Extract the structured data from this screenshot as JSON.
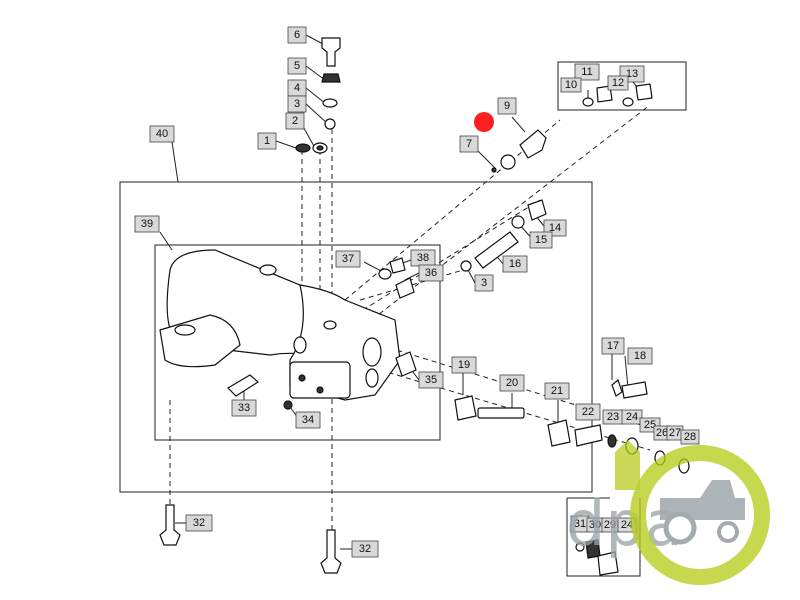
{
  "callouts": [
    {
      "id": "c6",
      "label": "6"
    },
    {
      "id": "c5",
      "label": "5"
    },
    {
      "id": "c4",
      "label": "4"
    },
    {
      "id": "c3a",
      "label": "3"
    },
    {
      "id": "c2",
      "label": "2"
    },
    {
      "id": "c1",
      "label": "1"
    },
    {
      "id": "c40",
      "label": "40"
    },
    {
      "id": "c39",
      "label": "39"
    },
    {
      "id": "c7",
      "label": "7"
    },
    {
      "id": "c9",
      "label": "9"
    },
    {
      "id": "c11",
      "label": "11"
    },
    {
      "id": "c13",
      "label": "13"
    },
    {
      "id": "c10",
      "label": "10"
    },
    {
      "id": "c12",
      "label": "12"
    },
    {
      "id": "c14",
      "label": "14"
    },
    {
      "id": "c15",
      "label": "15"
    },
    {
      "id": "c16",
      "label": "16"
    },
    {
      "id": "c3b",
      "label": "3"
    },
    {
      "id": "c37",
      "label": "37"
    },
    {
      "id": "c38",
      "label": "38"
    },
    {
      "id": "c36",
      "label": "36"
    },
    {
      "id": "c35",
      "label": "35"
    },
    {
      "id": "c33",
      "label": "33"
    },
    {
      "id": "c34",
      "label": "34"
    },
    {
      "id": "c19",
      "label": "19"
    },
    {
      "id": "c20",
      "label": "20"
    },
    {
      "id": "c21",
      "label": "21"
    },
    {
      "id": "c17",
      "label": "17"
    },
    {
      "id": "c18",
      "label": "18"
    },
    {
      "id": "c22",
      "label": "22"
    },
    {
      "id": "c23",
      "label": "23"
    },
    {
      "id": "c24",
      "label": "24"
    },
    {
      "id": "c25",
      "label": "25"
    },
    {
      "id": "c26",
      "label": "26"
    },
    {
      "id": "c27",
      "label": "27"
    },
    {
      "id": "c28",
      "label": "28"
    },
    {
      "id": "c32a",
      "label": "32"
    },
    {
      "id": "c32b",
      "label": "32"
    },
    {
      "id": "c31",
      "label": "31"
    },
    {
      "id": "c30",
      "label": "30"
    },
    {
      "id": "c29",
      "label": "29"
    },
    {
      "id": "c24b",
      "label": "24"
    }
  ],
  "watermark": {
    "text": "dpa",
    "color": "#9aa3a6",
    "accent": "#b5cc18"
  },
  "highlight_color": "#ff1f1f"
}
